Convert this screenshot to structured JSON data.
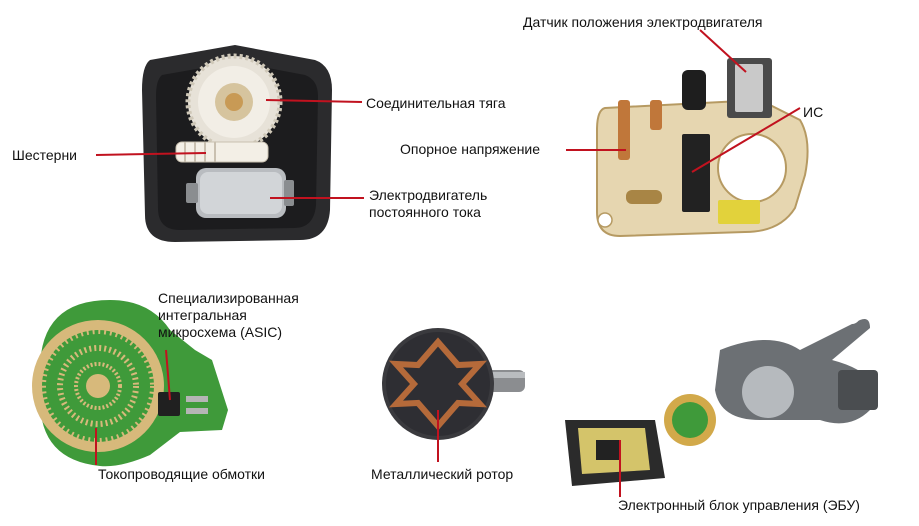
{
  "colors": {
    "leader_line": "#c1121f",
    "housing_dark": "#2b2b2d",
    "pcb_cream": "#e6d6b0",
    "pcb_green": "#3f9a3a",
    "copper": "#c0773a"
  },
  "labels": {
    "motor_position_sensor": "Датчик положения электродвигателя",
    "connecting_rod": "Соединительная тяга",
    "ic": "ИС",
    "gears": "Шестерни",
    "reference_voltage": "Опорное напряжение",
    "dc_motor": [
      "Электродвигатель",
      "постоянного тока"
    ],
    "asic": [
      "Специализированная",
      "интегральная",
      "микросхема (ASIC)"
    ],
    "conductive_windings": "Токопроводящие обмотки",
    "metal_rotor": "Металлический ротор",
    "ecu": "Электронный блок управления (ЭБУ)"
  }
}
